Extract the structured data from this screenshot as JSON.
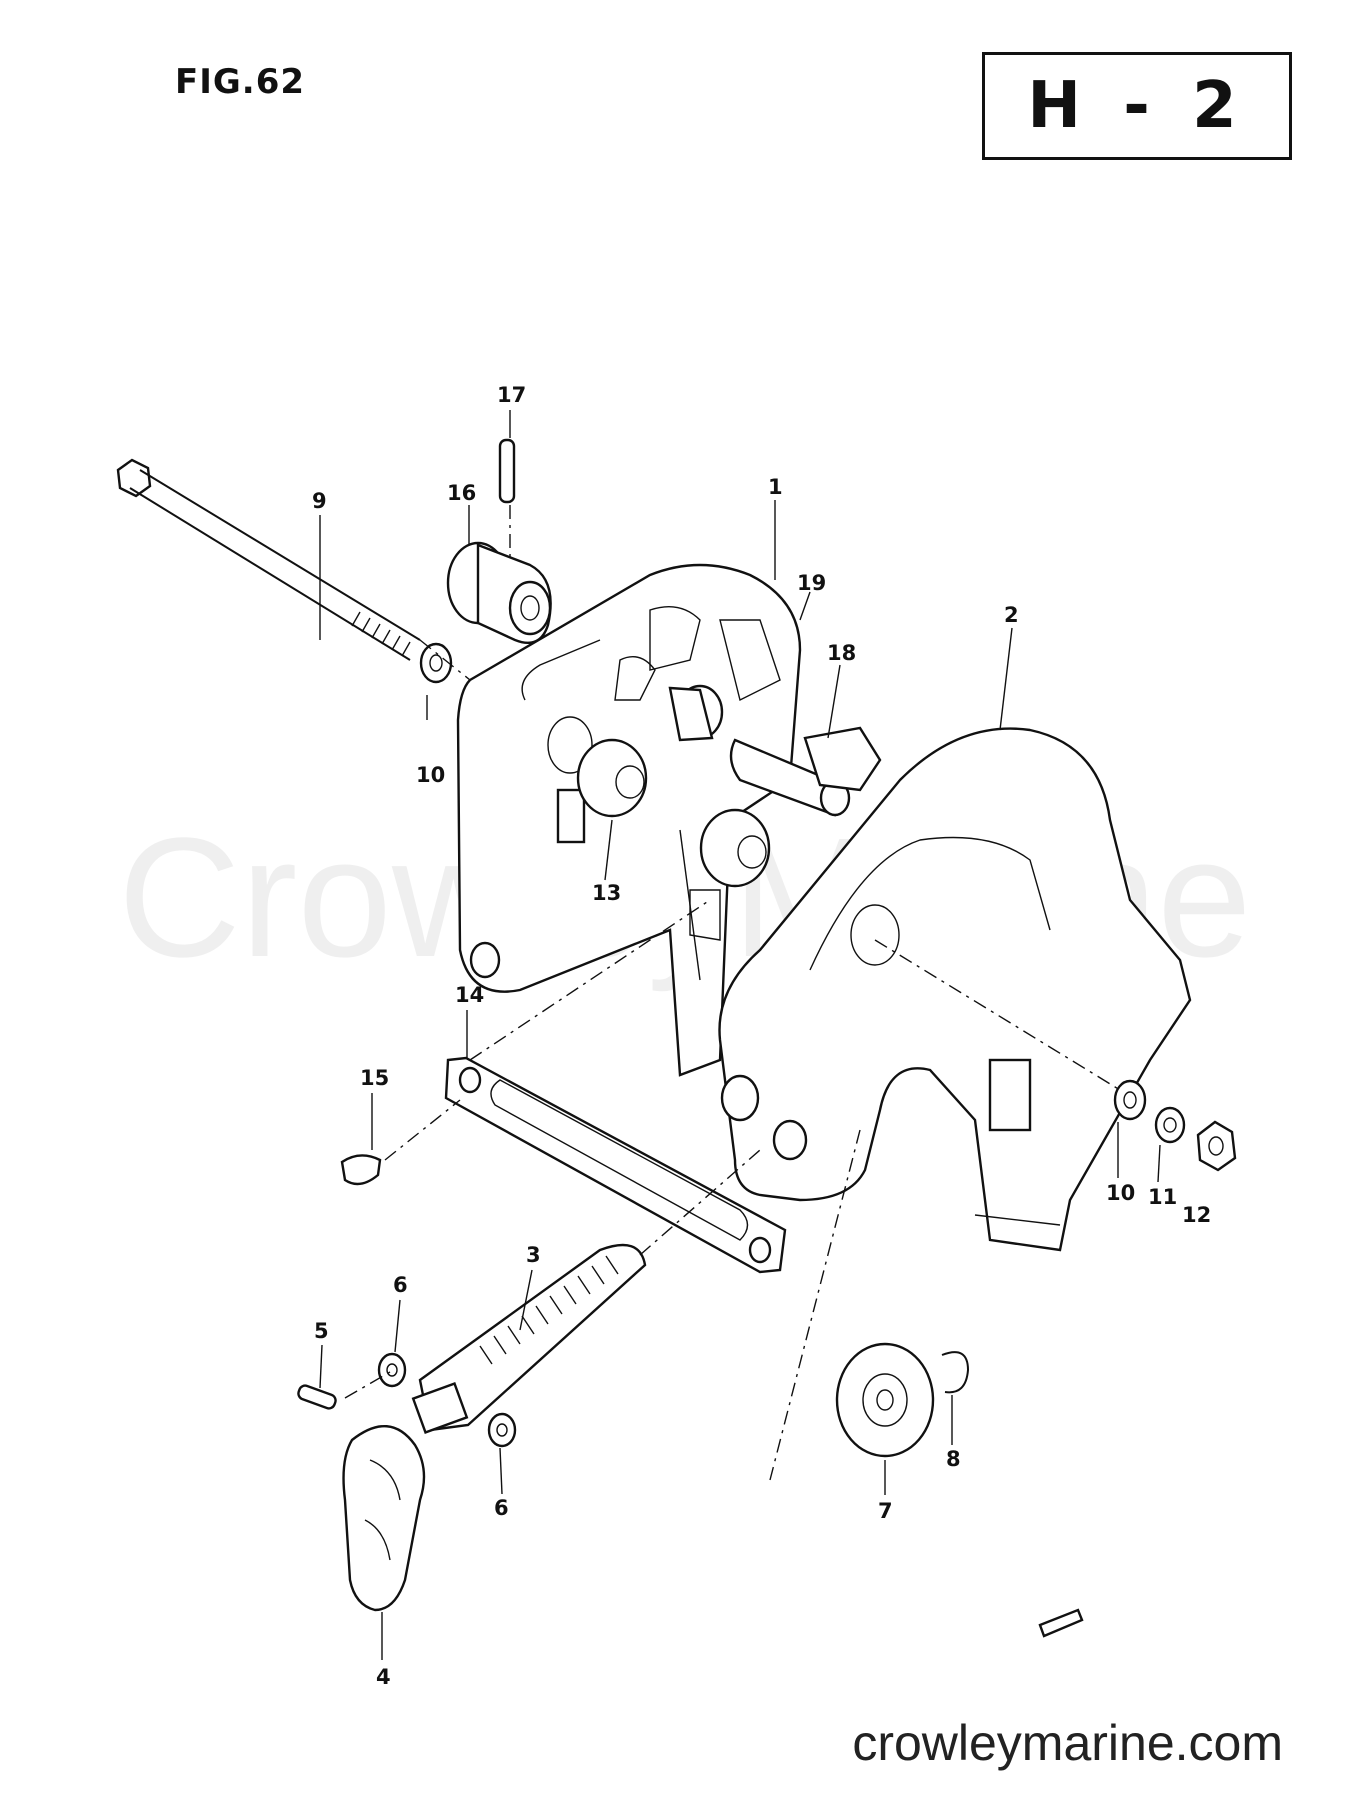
{
  "figure": {
    "label": "FIG.62",
    "code": "H - 2"
  },
  "watermark": "CrowleyMarine",
  "site_url": "crowleymarine.com",
  "parts": [
    {
      "number": "1"
    },
    {
      "number": "2"
    },
    {
      "number": "3"
    },
    {
      "number": "4"
    },
    {
      "number": "5"
    },
    {
      "number": "6"
    },
    {
      "number": "6"
    },
    {
      "number": "7"
    },
    {
      "number": "8"
    },
    {
      "number": "9"
    },
    {
      "number": "10"
    },
    {
      "number": "10"
    },
    {
      "number": "11"
    },
    {
      "number": "12"
    },
    {
      "number": "13"
    },
    {
      "number": "14"
    },
    {
      "number": "15"
    },
    {
      "number": "16"
    },
    {
      "number": "17"
    },
    {
      "number": "18"
    },
    {
      "number": "19"
    }
  ],
  "colors": {
    "ink": "#111111",
    "background": "#ffffff"
  }
}
